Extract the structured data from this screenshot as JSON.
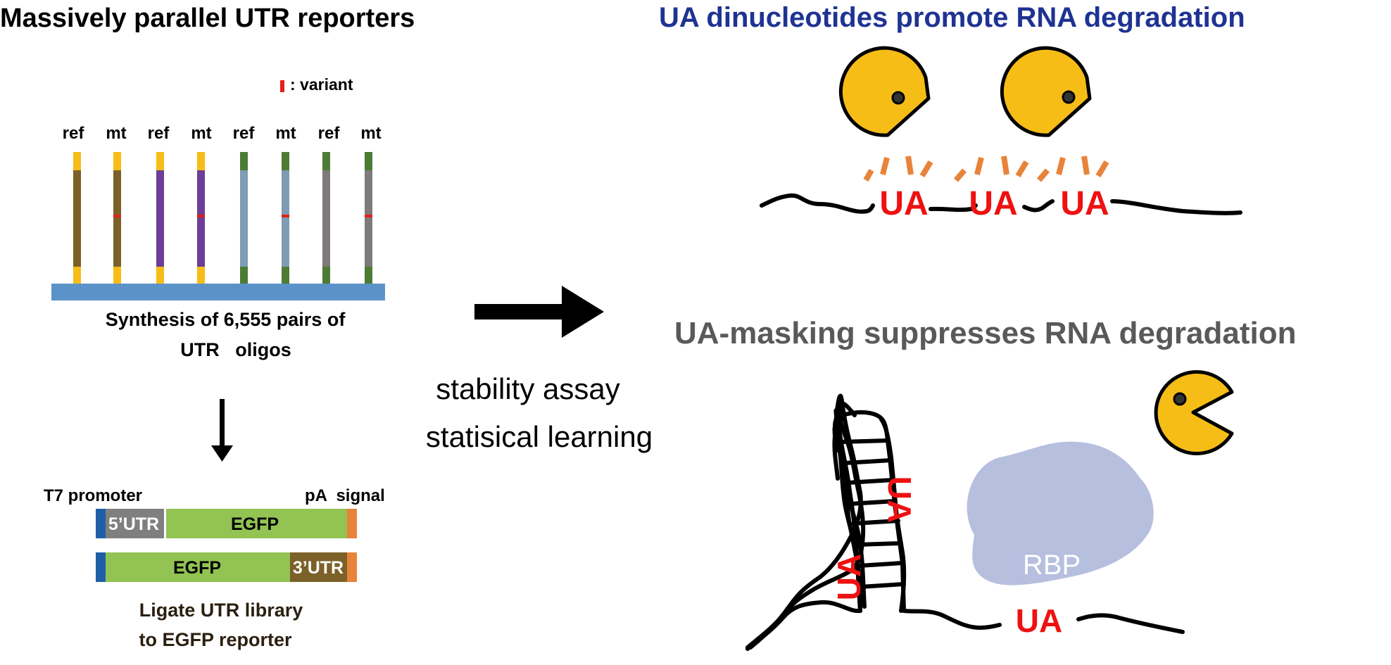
{
  "left": {
    "title": "Massively parallel UTR reporters",
    "legend_label": ": variant",
    "oligo_labels": [
      "ref",
      "mt",
      "ref",
      "mt",
      "ref",
      "mt",
      "ref",
      "mt"
    ],
    "synthesis_line1": "Synthesis of 6,555 pairs of",
    "synthesis_line2": "UTR   oligos",
    "construct_t7": "T7 promoter",
    "construct_pa": "pA  signal",
    "construct1_utr": "5’UTR",
    "construct1_egfp": "EGFP",
    "construct2_egfp": "EGFP",
    "construct2_utr": "3’UTR",
    "ligate_line1": "Ligate UTR library",
    "ligate_line2": "to EGFP reporter"
  },
  "middle": {
    "assay_line1": "stability assay",
    "assay_line2": "statisical learning"
  },
  "right": {
    "title_top": "UA dinucleotides promote RNA degradation",
    "ua_labels_top": [
      "UA",
      "UA",
      "UA"
    ],
    "title_bottom": "UA-masking suppresses RNA degradation",
    "rbp_label": "RBP",
    "ua_labels_bottom": [
      "UA",
      "UA",
      "UA"
    ]
  },
  "colors": {
    "title_blue": "#1f3393",
    "title_gray": "#595959",
    "ua_red": "#ee1111",
    "pacman_yellow": "#f6bd16",
    "crumb_orange": "#e8833a",
    "base_blue": "#5b93c9",
    "egfp_green": "#92c353",
    "utr_gray": "#7f7f7f",
    "utr_brown": "#7b6128",
    "pa_orange": "#e8833a",
    "t7_blue": "#1f5fa8",
    "rbp_lavender": "#a9b4d8"
  }
}
